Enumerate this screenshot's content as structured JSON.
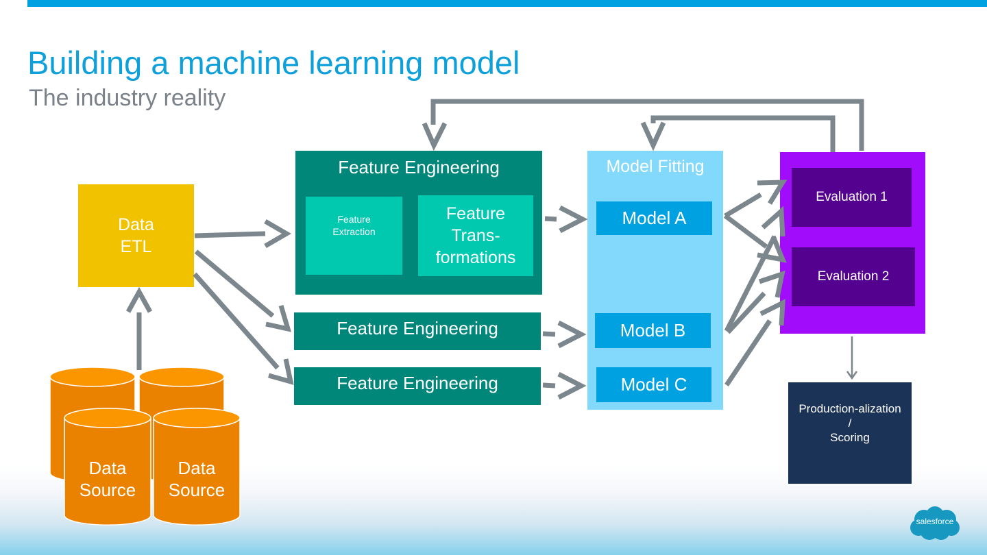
{
  "header": {
    "title": "Building a machine learning model",
    "subtitle": "The industry reality"
  },
  "colors": {
    "accent": "#00a1e0",
    "etl": "#f1c200",
    "feature_engineering": "#00877a",
    "feature_sub": "#00c9b0",
    "model_fitting": "#82d9fc",
    "model": "#00a1e0",
    "evaluation_outer": "#a10cfa",
    "evaluation_inner": "#540190",
    "production": "#1c3358",
    "data_source": "#ea8200",
    "arrow": "#7c868d"
  },
  "diagram": {
    "data_sources": [
      {
        "label": ""
      },
      {
        "label": ""
      },
      {
        "label": "Data\nSource"
      },
      {
        "label": "Data\nSource"
      }
    ],
    "etl": {
      "label": "Data\nETL"
    },
    "feature_engineering_main": {
      "title": "Feature Engineering",
      "extraction": "Feature\nExtraction",
      "transformations": "Feature\nTrans-\nformations"
    },
    "feature_engineering_2": {
      "label": "Feature Engineering"
    },
    "feature_engineering_3": {
      "label": "Feature Engineering"
    },
    "model_fitting": {
      "title": "Model Fitting",
      "models": [
        "Model A",
        "Model B",
        "Model C"
      ]
    },
    "evaluation": {
      "items": [
        "Evaluation 1",
        "Evaluation 2"
      ]
    },
    "production": {
      "label": "Production-alization\n/\nScoring"
    }
  },
  "footer": {
    "logo_text": "salesforce"
  }
}
